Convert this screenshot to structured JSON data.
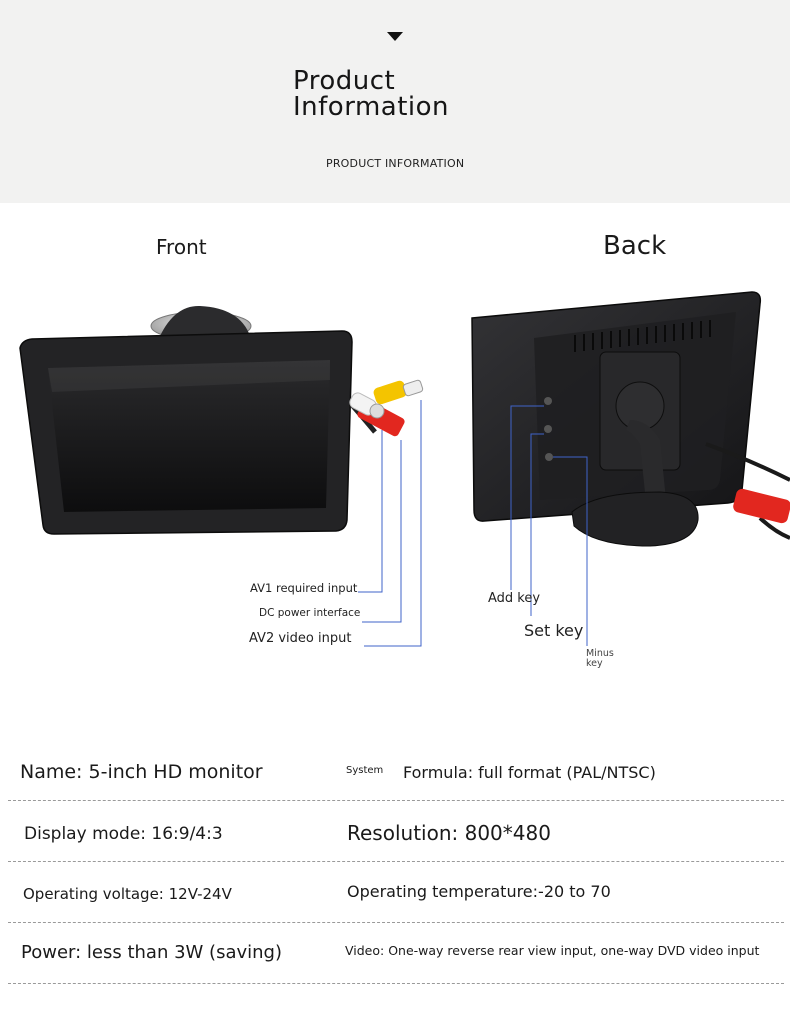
{
  "header": {
    "title": "Product Information",
    "subtitle": "PRODUCT INFORMATION"
  },
  "views": {
    "front": "Front",
    "back": "Back"
  },
  "front_callouts": {
    "av1": "AV1 required input",
    "dc": "DC power interface",
    "av2": "AV2 video input"
  },
  "back_callouts": {
    "add": "Add key",
    "set": "Set key",
    "minus": "Minus key"
  },
  "specs": {
    "name": "Name: 5-inch HD monitor",
    "system_label": "System",
    "formula": "Formula: full format (PAL/NTSC)",
    "display_mode": "Display mode: 16:9/4:3",
    "resolution": "Resolution: 800*480",
    "voltage": "Operating voltage: 12V-24V",
    "temperature": "Operating temperature:-20 to 70",
    "power": "Power: less than 3W (saving)",
    "video": "Video: One-way reverse rear view input, one-way DVD video input"
  },
  "colors": {
    "header_bg": "#f2f2f1",
    "callout_line": "#3f63c9",
    "monitor_body": "#1c1c1e",
    "rca_red": "#e2271f",
    "rca_yellow": "#f4c400"
  },
  "icons": [
    "down-arrow-icon"
  ]
}
